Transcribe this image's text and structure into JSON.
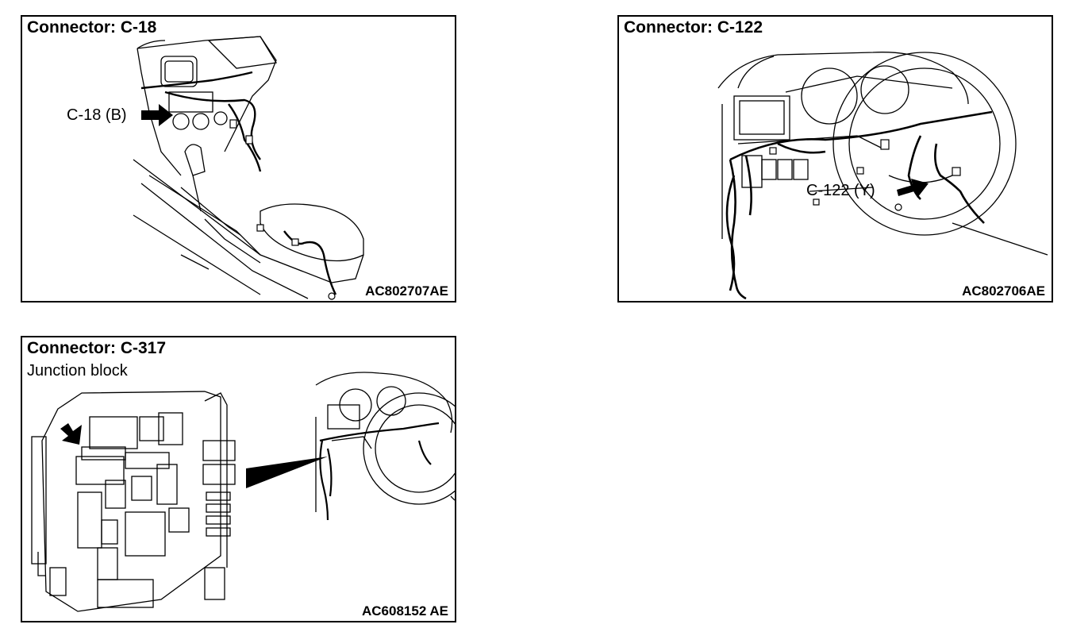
{
  "panels": [
    {
      "title": "Connector: C-18",
      "callout": "C-18 (B)",
      "code": "AC802707AE"
    },
    {
      "title": "Connector: C-122",
      "callout": "C-122 (Y)",
      "code": "AC802706AE"
    },
    {
      "title": "Connector: C-317",
      "subtitle": "Junction block",
      "code": "AC608152 AE"
    }
  ]
}
